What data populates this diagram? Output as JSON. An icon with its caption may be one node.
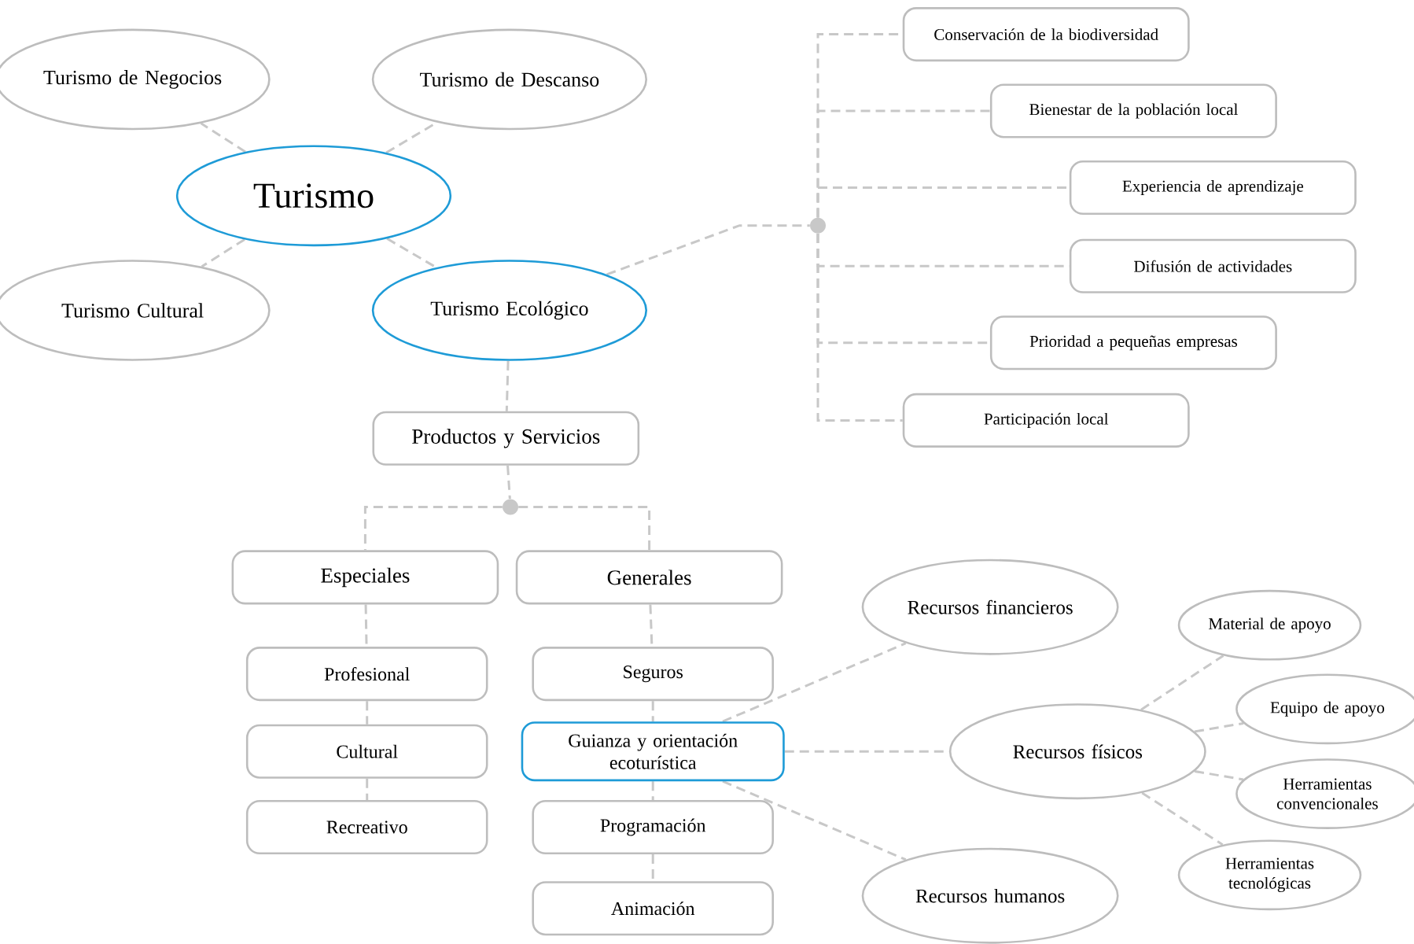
{
  "diagram": {
    "nodes": [
      {
        "text": [
          "Turismo"
        ]
      },
      {
        "text": [
          "Turismo de Negocios"
        ]
      },
      {
        "text": [
          "Turismo de Descanso"
        ]
      },
      {
        "text": [
          "Turismo Cultural"
        ]
      },
      {
        "text": [
          "Turismo Ecológico"
        ]
      },
      {
        "text": [],
        "shape": "circle"
      },
      {
        "text": [
          "Conservación de la biodiversidad"
        ]
      },
      {
        "text": [
          "Bienestar de la población local"
        ]
      },
      {
        "text": [
          "Experiencia de aprendizaje"
        ]
      },
      {
        "text": [
          "Difusión de actividades"
        ]
      },
      {
        "text": [
          "Prioridad a pequeñas empresas"
        ]
      },
      {
        "text": [
          "Participación local"
        ]
      },
      {
        "text": [
          "Productos y Servicios"
        ]
      },
      {
        "text": [],
        "shape": "circle"
      },
      {
        "text": [
          "Especiales"
        ]
      },
      {
        "text": [
          "Generales"
        ]
      },
      {
        "text": [
          "Profesional"
        ]
      },
      {
        "text": [
          "Cultural"
        ]
      },
      {
        "text": [
          "Recreativo"
        ]
      },
      {
        "text": [
          "Seguros"
        ]
      },
      {
        "text": [
          "Guianza y orientación ecoturística"
        ]
      },
      {
        "text": [
          "Programación"
        ]
      },
      {
        "text": [
          "Animación"
        ]
      },
      {
        "text": [
          "Recursos financieros"
        ]
      },
      {
        "text": [
          "Recursos físicos"
        ]
      },
      {
        "text": [
          "Recursos humanos"
        ]
      },
      {
        "text": [
          "Material de apoyo"
        ]
      },
      {
        "text": [
          "Equipo de apoyo"
        ]
      },
      {
        "text": [
          "Herramientas convencionales"
        ]
      },
      {
        "text": [
          "Herramientas tecnológicas"
        ]
      }
    ],
    "edges": [
      {
        "from": 0,
        "to": 1,
        "arrow": "none"
      },
      {
        "from": 0,
        "to": 2,
        "arrow": "none"
      },
      {
        "from": 0,
        "to": 3,
        "arrow": "none"
      },
      {
        "from": 0,
        "to": 4,
        "arrow": "none"
      },
      {
        "from": 4,
        "to": 5,
        "arrow": "none"
      },
      {
        "from": 5,
        "to": 6,
        "arrow": "none"
      },
      {
        "from": 5,
        "to": 7,
        "arrow": "none"
      },
      {
        "from": 5,
        "to": 8,
        "arrow": "none"
      },
      {
        "from": 5,
        "to": 9,
        "arrow": "none"
      },
      {
        "from": 5,
        "to": 10,
        "arrow": "none"
      },
      {
        "from": 5,
        "to": 11,
        "arrow": "none"
      },
      {
        "from": 4,
        "to": 12,
        "arrow": "none"
      },
      {
        "from": 12,
        "to": 13,
        "arrow": "none"
      },
      {
        "from": 13,
        "to": 14,
        "arrow": "none"
      },
      {
        "from": 13,
        "to": 15,
        "arrow": "none"
      },
      {
        "from": 14,
        "to": 16,
        "arrow": "none"
      },
      {
        "from": 16,
        "to": 17,
        "arrow": "none"
      },
      {
        "from": 17,
        "to": 18,
        "arrow": "none"
      },
      {
        "from": 15,
        "to": 19,
        "arrow": "none"
      },
      {
        "from": 19,
        "to": 20,
        "arrow": "none"
      },
      {
        "from": 20,
        "to": 21,
        "arrow": "none"
      },
      {
        "from": 21,
        "to": 22,
        "arrow": "none"
      },
      {
        "from": 20,
        "to": 23,
        "arrow": "none"
      },
      {
        "from": 20,
        "to": 24,
        "arrow": "none"
      },
      {
        "from": 20,
        "to": 25,
        "arrow": "none"
      },
      {
        "from": 24,
        "to": 26,
        "arrow": "none"
      },
      {
        "from": 24,
        "to": 27,
        "arrow": "none"
      },
      {
        "from": 24,
        "to": 28,
        "arrow": "none"
      },
      {
        "from": 24,
        "to": 29,
        "arrow": "none"
      }
    ]
  }
}
